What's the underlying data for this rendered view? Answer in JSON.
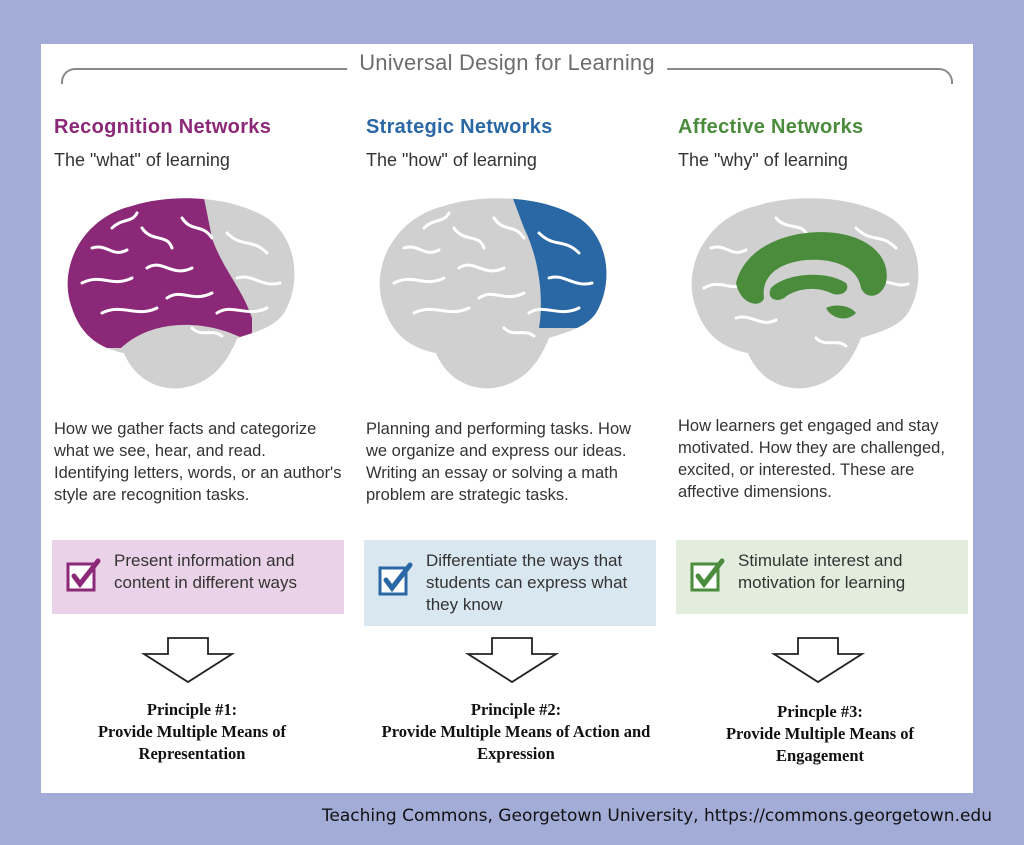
{
  "title": "Universal Design for Learning",
  "colors": {
    "recognition": "#8c2878",
    "strategic": "#2a67a5",
    "affective": "#4a8c3c",
    "recognition_box": "#ead3e8",
    "strategic_box": "#d9e7f1",
    "affective_box": "#e2edde",
    "brain_gray": "#d0d0d0"
  },
  "columns": [
    {
      "heading": "Recognition Networks",
      "subheading": "The \"what\" of learning",
      "description": "How we gather facts and categorize what we see, hear, and read. Identifying letters, words, or an author's style are recognition tasks.",
      "guideline": "Present information and content in different ways",
      "principle_number": "Principle #1:",
      "principle_text": "Provide Multiple Means of Representation",
      "icons": [
        "brain-icon",
        "checkbox-icon",
        "down-arrow-icon"
      ]
    },
    {
      "heading": "Strategic Networks",
      "subheading": "The \"how\" of learning",
      "description": "Planning and performing tasks. How we organize and express our ideas. Writing an essay or solving a math problem are strategic tasks.",
      "guideline": "Differentiate the ways that students can express what they know",
      "principle_number": "Principle #2:",
      "principle_text": "Provide Multiple Means of Action and Expression",
      "icons": [
        "brain-icon",
        "checkbox-icon",
        "down-arrow-icon"
      ]
    },
    {
      "heading": "Affective Networks",
      "subheading": "The \"why\" of learning",
      "description": "How learners get engaged and stay motivated. How they are challenged, excited, or interested. These are affective dimensions.",
      "guideline": "Stimulate interest and motivation for learning",
      "principle_number": "Princple #3:",
      "principle_text": "Provide Multiple Means of Engagement",
      "icons": [
        "brain-icon",
        "checkbox-icon",
        "down-arrow-icon"
      ]
    }
  ],
  "credit": "Teaching Commons, Georgetown University, https://commons.georgetown.edu"
}
